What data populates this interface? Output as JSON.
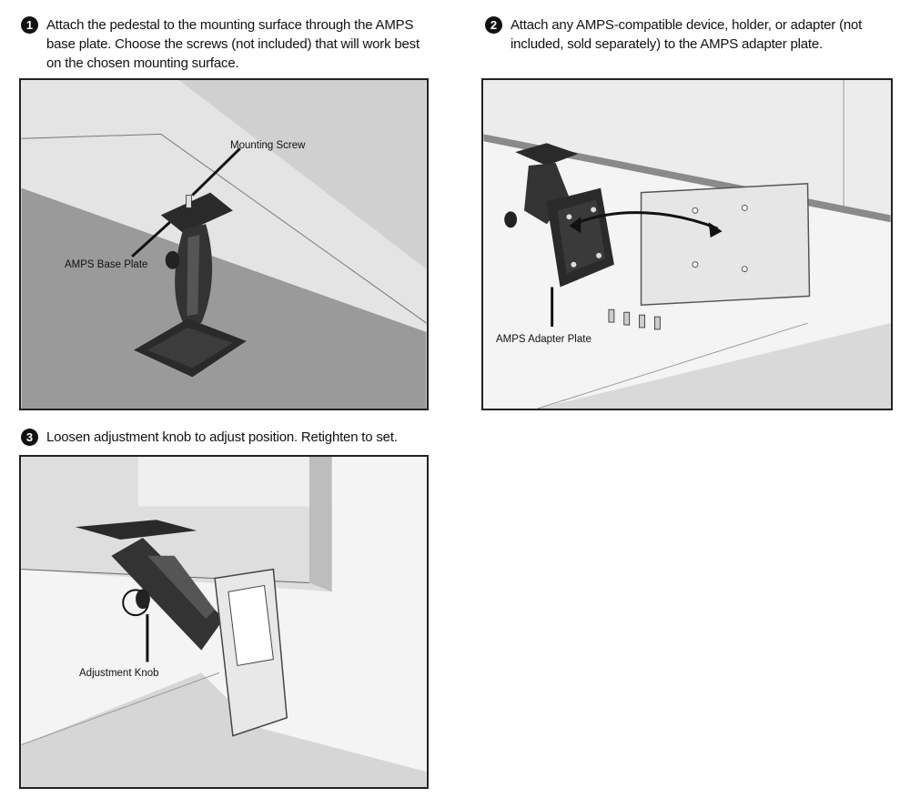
{
  "steps": [
    {
      "number": "1",
      "text": "Attach the pedestal to the mounting surface through the AMPS base plate. Choose the screws (not included) that will work best on the chosen mounting surface.",
      "callouts": [
        "Mounting Screw",
        "AMPS Base Plate"
      ]
    },
    {
      "number": "2",
      "text": "Attach any AMPS-compatible device, holder, or adapter (not included, sold separately) to the AMPS adapter plate.",
      "callouts": [
        "AMPS Adapter Plate"
      ]
    },
    {
      "number": "3",
      "text": "Loosen adjustment knob to adjust position. Retighten to set.",
      "callouts": [
        "Adjustment Knob"
      ]
    }
  ],
  "colors": {
    "ink": "#111111",
    "surface_light": "#efefef",
    "surface_mid": "#d2d2d2",
    "surface_dark": "#9a9a9a",
    "hardware": "#2a2a2a"
  }
}
